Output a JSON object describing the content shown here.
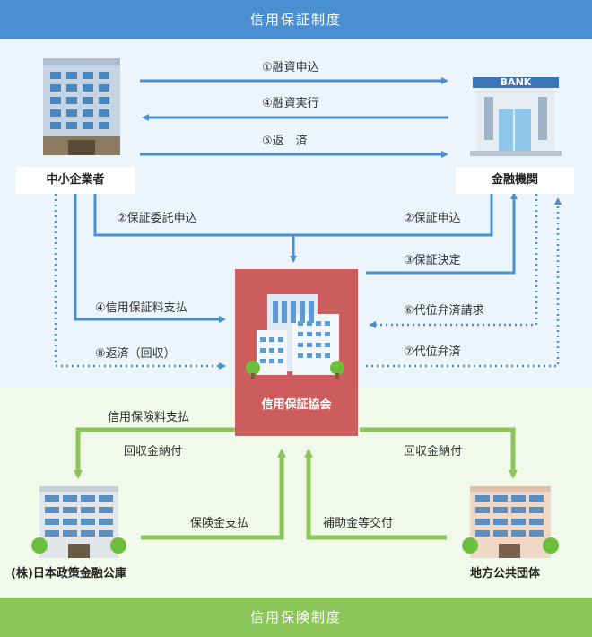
{
  "header": {
    "title": "信用保証制度"
  },
  "footer": {
    "title": "信用保険制度"
  },
  "nodes": {
    "sme": "中小企業者",
    "bank": "金融機関",
    "bank_sign": "BANK",
    "guarantee": "信用保証協会",
    "jfc": "(株)日本政策金融公庫",
    "local_gov": "地方公共団体"
  },
  "flows": {
    "f1": "①融資申込",
    "f4a": "④融資実行",
    "f5": "⑤返　済",
    "f2a": "②保証委託申込",
    "f2b": "②保証申込",
    "f3": "③保証決定",
    "f4b": "④信用保証料支払",
    "f6": "⑥代位弁済請求",
    "f8": "⑧返済（回収）",
    "f7": "⑦代位弁済",
    "ins_fee": "信用保険料支払",
    "collect_left": "回収金納付",
    "collect_right": "回収金納付",
    "ins_pay": "保険金支払",
    "subsidy": "補助金等交付"
  },
  "colors": {
    "blue_line": "#4a90d0",
    "green_line": "#8cc65a",
    "center": "#cd5c5c"
  }
}
